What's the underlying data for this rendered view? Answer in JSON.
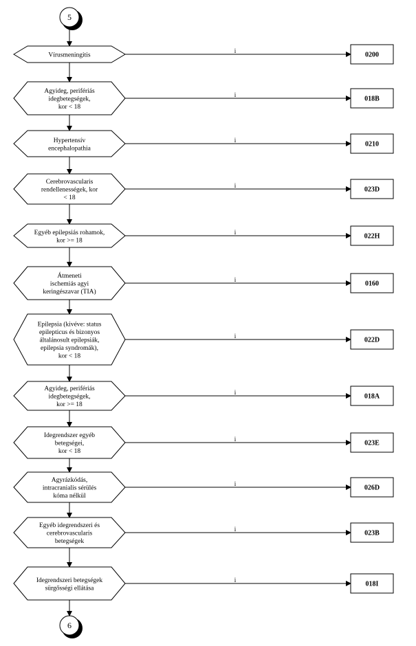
{
  "start_connector": "5",
  "end_connector": "6",
  "yes_label": "i",
  "steps": [
    {
      "label": [
        "Vírusmeningitis"
      ],
      "code": "0200"
    },
    {
      "label": [
        "Agyideg, perifériás",
        "idegbetegségek,",
        "kor < 18"
      ],
      "code": "018B"
    },
    {
      "label": [
        "Hypertensív",
        "encephalopathia"
      ],
      "code": "0210"
    },
    {
      "label": [
        "Cerebrovascularis",
        "rendellenességek, kor",
        "< 18"
      ],
      "code": "023D"
    },
    {
      "label": [
        "Egyéb epilepsiás rohamok,",
        "kor >= 18"
      ],
      "code": "022H"
    },
    {
      "label": [
        "Átmeneti",
        "ischemiás agyi",
        "keringészavar (TIA)"
      ],
      "code": "0160"
    },
    {
      "label": [
        "Epilepsia (kivéve: status",
        "epilepticus és bizonyos",
        "általánosult epilepsiák,",
        "epilepsia syndromák),",
        "kor < 18"
      ],
      "code": "022D"
    },
    {
      "label": [
        "Agyideg, perifériás",
        "idegbetegségek,",
        "kor >= 18"
      ],
      "code": "018A"
    },
    {
      "label": [
        "Idegrendszer egyéb",
        "betegségei,",
        "kor < 18"
      ],
      "code": "023E"
    },
    {
      "label": [
        "Agyrázkódás,",
        "intracranialis sérülés",
        "kóma nélkül"
      ],
      "code": "026D"
    },
    {
      "label": [
        "Egyéb idegrendszeri és",
        "cerebrovascularis",
        "betegségek"
      ],
      "code": "023B"
    },
    {
      "label": [
        "Idegrendszeri betegségek",
        "sürgősségi ellátása"
      ],
      "code": "018I"
    }
  ]
}
